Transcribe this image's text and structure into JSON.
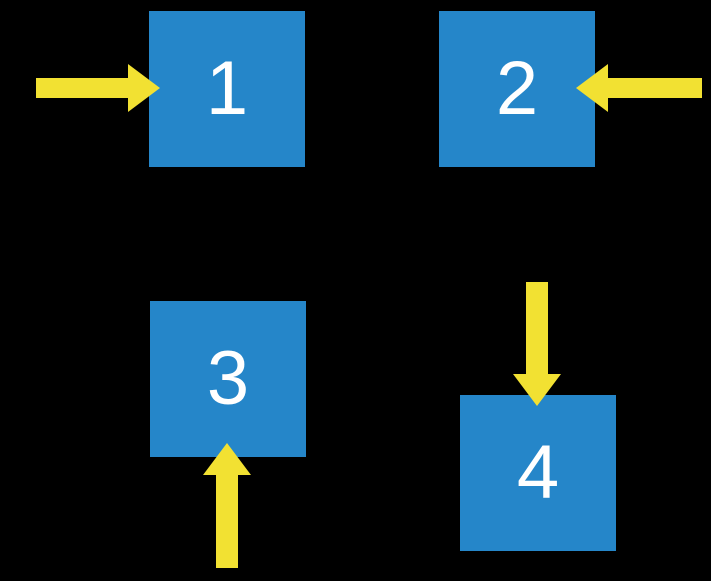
{
  "diagram": {
    "description": "Four numbered blue squares on a black background, each with a yellow arrow pointing into it",
    "boxes": [
      {
        "label": "1",
        "arrow_direction": "right",
        "arrow_from": "left"
      },
      {
        "label": "2",
        "arrow_direction": "left",
        "arrow_from": "right"
      },
      {
        "label": "3",
        "arrow_direction": "up",
        "arrow_from": "below"
      },
      {
        "label": "4",
        "arrow_direction": "down",
        "arrow_from": "above"
      }
    ]
  },
  "colors": {
    "background": "#000000",
    "box_fill": "#2586c9",
    "arrow_fill": "#f2e132",
    "number_color": "#ffffff"
  }
}
